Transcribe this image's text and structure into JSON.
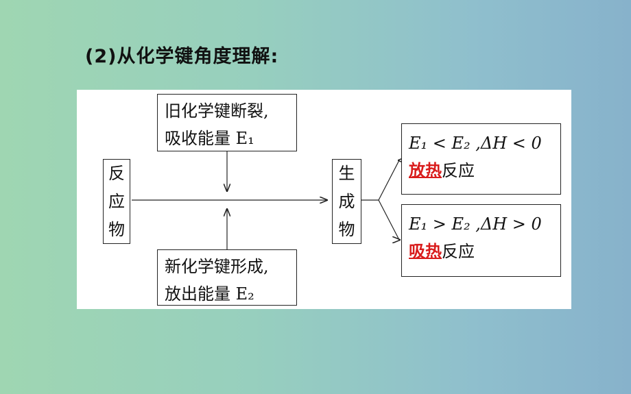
{
  "heading": "(2)从化学键角度理解:",
  "reactants": [
    "反",
    "应",
    "物"
  ],
  "products": [
    "生",
    "成",
    "物"
  ],
  "break_box": {
    "line1": "旧化学键断裂,",
    "line2": "吸收能量 E₁"
  },
  "form_box": {
    "line1": "新化学键形成,",
    "line2": "放出能量 E₂"
  },
  "result_exo": {
    "condition": "E₁ < E₂ ,ΔH < 0",
    "keyword": "放热",
    "suffix": "反应"
  },
  "result_endo": {
    "condition": "E₁ > E₂ ,ΔH > 0",
    "keyword": "吸热",
    "suffix": "反应"
  },
  "colors": {
    "highlight": "#d91c1c",
    "background_left": "#9fd6b2",
    "background_right": "#87b2cb"
  }
}
